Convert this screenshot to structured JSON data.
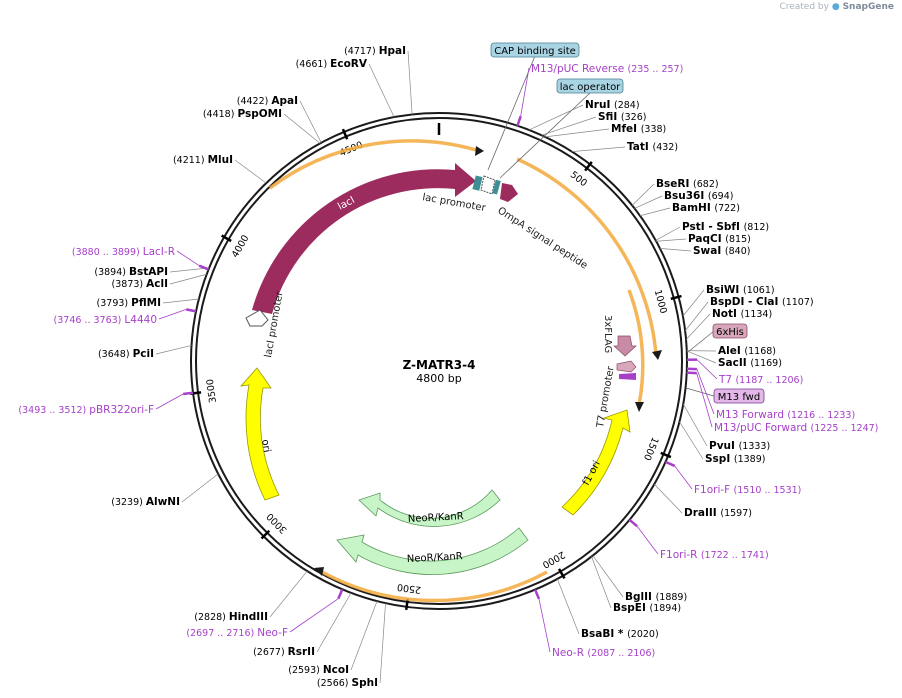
{
  "credit": {
    "prefix": "Created by",
    "brand": "SnapGene"
  },
  "plasmid": {
    "name": "Z-MATR3-4",
    "size_label": "4800 bp",
    "length": 4800
  },
  "colors": {
    "backbone": "#1a1a1a",
    "orf": "#f2a93b",
    "lacI": "#9c2b5e",
    "ori": "#ffff00",
    "neo": "#c8f5c8",
    "primer": "#a640c9",
    "tag": "#d9a7bb",
    "m13box": "#e3b8e8",
    "lacop": "#a9d4e3",
    "teal": "#3d8f94"
  },
  "ticks": [
    {
      "bp": 500,
      "label": "500"
    },
    {
      "bp": 1000,
      "label": "1000"
    },
    {
      "bp": 1500,
      "label": "1500"
    },
    {
      "bp": 2000,
      "label": "2000"
    },
    {
      "bp": 2500,
      "label": "2500"
    },
    {
      "bp": 3000,
      "label": "3000"
    },
    {
      "bp": 3500,
      "label": "3500"
    },
    {
      "bp": 4000,
      "label": "4000"
    },
    {
      "bp": 4500,
      "label": "4500"
    }
  ],
  "sites": [
    {
      "name": "HpaI",
      "pos": "(4717)"
    },
    {
      "name": "EcoRV",
      "pos": "(4661)"
    },
    {
      "name": "ApaI",
      "pos": "(4422)"
    },
    {
      "name": "PspOMI",
      "pos": "(4418)"
    },
    {
      "name": "MluI",
      "pos": "(4211)"
    },
    {
      "name": "BstAPI",
      "pos": "(3894)"
    },
    {
      "name": "AclI",
      "pos": "(3873)"
    },
    {
      "name": "PflMI",
      "pos": "(3793)"
    },
    {
      "name": "PciI",
      "pos": "(3648)"
    },
    {
      "name": "AlwNI",
      "pos": "(3239)"
    },
    {
      "name": "HindIII",
      "pos": "(2828)"
    },
    {
      "name": "RsrII",
      "pos": "(2677)"
    },
    {
      "name": "NcoI",
      "pos": "(2593)"
    },
    {
      "name": "SphI",
      "pos": "(2566)"
    },
    {
      "name": "BsaBI *",
      "pos": "(2020)"
    },
    {
      "name": "BglII",
      "pos": "(1889)"
    },
    {
      "name": "BspEI",
      "pos": "(1894)"
    },
    {
      "name": "DraIII",
      "pos": "(1597)"
    },
    {
      "name": "PvuI",
      "pos": "(1333)"
    },
    {
      "name": "SspI",
      "pos": "(1389)"
    },
    {
      "name": "AleI",
      "pos": "(1168)"
    },
    {
      "name": "SacII",
      "pos": "(1169)"
    },
    {
      "name": "BsiWI",
      "pos": "(1061)"
    },
    {
      "name": "BspDI - ClaI",
      "pos": "(1107)"
    },
    {
      "name": "NotI",
      "pos": "(1134)"
    },
    {
      "name": "PstI - SbfI",
      "pos": "(812)"
    },
    {
      "name": "PaqCI",
      "pos": "(815)"
    },
    {
      "name": "SwaI",
      "pos": "(840)"
    },
    {
      "name": "BseRI",
      "pos": "(682)"
    },
    {
      "name": "Bsu36I",
      "pos": "(694)"
    },
    {
      "name": "BamHI",
      "pos": "(722)"
    },
    {
      "name": "TatI",
      "pos": "(432)"
    },
    {
      "name": "NruI",
      "pos": "(284)"
    },
    {
      "name": "SfiI",
      "pos": "(326)"
    },
    {
      "name": "MfeI",
      "pos": "(338)"
    }
  ],
  "primers": [
    {
      "name": "M13/pUC Reverse",
      "range": "(235 .. 257)"
    },
    {
      "name": "T7",
      "range": "(1187 .. 1206)"
    },
    {
      "name": "M13 Forward",
      "range": "(1216 .. 1233)"
    },
    {
      "name": "M13/pUC Forward",
      "range": "(1225 .. 1247)"
    },
    {
      "name": "F1ori-F",
      "range": "(1510 .. 1531)"
    },
    {
      "name": "F1ori-R",
      "range": "(1722 .. 1741)"
    },
    {
      "name": "Neo-R",
      "range": "(2087 .. 2106)"
    },
    {
      "name": "Neo-F",
      "range": "(2697 .. 2716)"
    },
    {
      "name": "pBR322ori-F",
      "range": "(3493 .. 3512)"
    },
    {
      "name": "L4440",
      "range": "(3746 .. 3763)"
    },
    {
      "name": "LacI-R",
      "range": "(3880 .. 3899)"
    }
  ],
  "boxed_features": {
    "cap": "CAP binding site",
    "lacop": "lac operator",
    "his": "6xHis",
    "m13fwd": "M13 fwd"
  },
  "features": {
    "lacI": "lacI",
    "lacI_promoter": "lacI promoter",
    "lac_promoter": "lac promoter",
    "ompA": "OmpA signal peptide",
    "flag": "3xFLAG",
    "t7_promoter": "T7 promoter",
    "f1_ori": "f1 ori",
    "ori": "ori",
    "neo1": "NeoR/KanR",
    "neo2": "NeoR/KanR"
  }
}
